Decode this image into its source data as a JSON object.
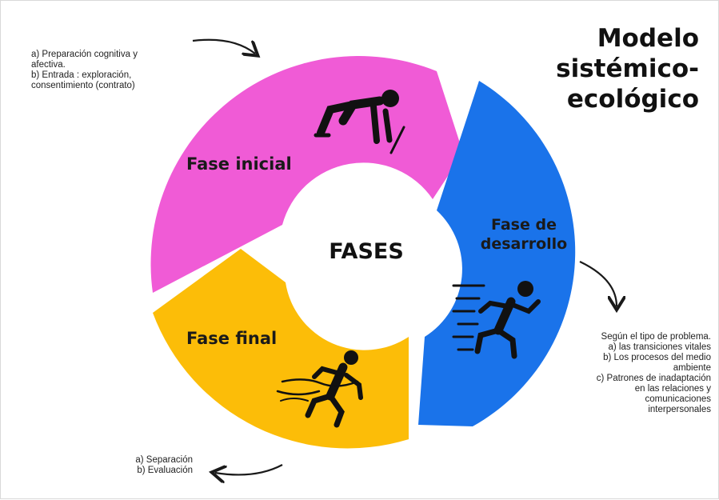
{
  "title_lines": [
    "Modelo",
    "sistémico-",
    "ecológico"
  ],
  "center_label": "FASES",
  "phases": {
    "inicial": {
      "label": "Fase inicial",
      "color": "#f05bd6",
      "icon": "sprinter-start-icon"
    },
    "desarrollo": {
      "label_lines": [
        "Fase de",
        "desarrollo"
      ],
      "color": "#1a73ea",
      "icon": "running-person-icon"
    },
    "final": {
      "label": "Fase final",
      "color": "#fcbd08",
      "icon": "finish-line-runner-icon"
    }
  },
  "notes": {
    "inicial": [
      "a) Preparación cognitiva y",
      "afectiva.",
      "b) Entrada : exploración,",
      "consentimiento (contrato)"
    ],
    "desarrollo": [
      "Según el tipo de problema.",
      "a) las transiciones vitales",
      "b) Los procesos del medio",
      "ambiente",
      "c) Patrones de inadaptación",
      "en las relaciones y",
      "comunicaciones",
      "interpersonales"
    ],
    "final": [
      "a) Separación",
      "b) Evaluación"
    ]
  },
  "colors": {
    "text": "#111111",
    "arrow": "#1a1a1a"
  }
}
